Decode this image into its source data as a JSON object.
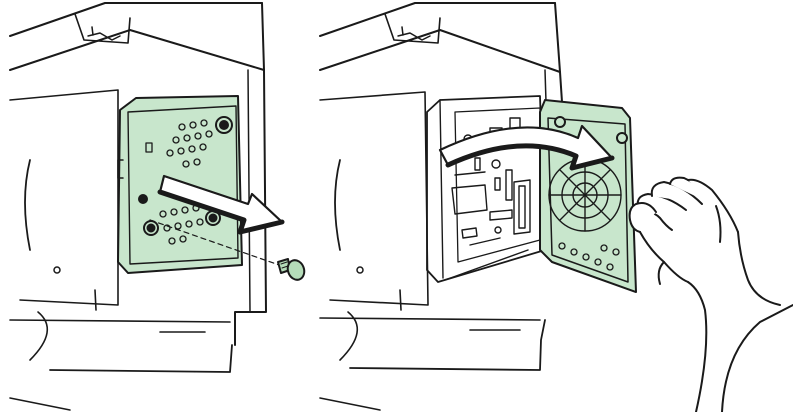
{
  "figure": {
    "panels": [
      {
        "id": "step-remove-screw",
        "depicts": "printer-side-with-board-cover-and-screw"
      },
      {
        "id": "step-open-cover",
        "depicts": "printer-side-with-cover-swung-open-by-hand"
      }
    ],
    "colors": {
      "line": "#1a1a1a",
      "cover_fill": "#c8e6cc",
      "screw_fill": "#b5dcb9",
      "background": "#ffffff",
      "arrow_fill": "#ffffff"
    },
    "icons": [
      "screw-icon",
      "hand-icon",
      "direction-arrow-icon",
      "curved-arrow-icon"
    ]
  }
}
